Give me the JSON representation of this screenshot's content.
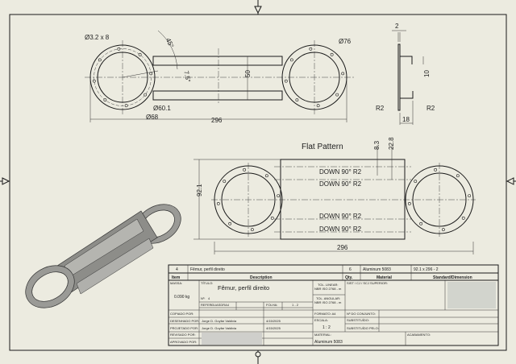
{
  "drawing": {
    "top_view": {
      "dims": {
        "holes": "Ø3.2 x 8",
        "angle1": "45°",
        "angle2": "7.5°",
        "outer_dia": "Ø76",
        "width": "50",
        "inner_dia": "Ø60.1",
        "pcd": "Ø68",
        "length": "296"
      }
    },
    "side_view": {
      "dims": {
        "thickness": "2",
        "height": "10",
        "radius_left": "R2",
        "radius_right": "R2",
        "span": "18"
      }
    },
    "flat_pattern": {
      "title": "Flat Pattern",
      "dims": {
        "d1": "8.3",
        "d2": "22.8",
        "height": "92.1",
        "length": "296"
      },
      "bend_notes": [
        "DOWN 90° R2",
        "DOWN 90° R2",
        "DOWN 90° R2",
        "DOWN 90° R2"
      ]
    },
    "colors": {
      "paper": "#ecebe0",
      "line": "#1a1a1a",
      "part": "#9a9a96"
    }
  },
  "bom": {
    "row": {
      "item": "4",
      "description": "Fêmur, perfil direito",
      "qty": "6",
      "material": "Aluminum 5083",
      "dimension": "92.1 x 296 - 2"
    },
    "headers": {
      "item": "Item",
      "description": "Description",
      "qty": "Qty.",
      "material": "Material",
      "dimension": "Standard/Dimension"
    }
  },
  "title_block": {
    "massa_label": "MASSA:",
    "massa_value": "0.090 kg",
    "titulo_label": "TÍTULO:",
    "titulo_value": "Fêmur, perfil direito",
    "numero_label": "Nº:",
    "numero_value": "4",
    "refer_label": "REFER:",
    "refer_value": "GUASDRA4",
    "folha_label": "FOLHA:",
    "folha_value": "1 - 2",
    "tol_linear": "TOL. LINEAR:",
    "tol_linear_std": "NBR ISO 2768 - m",
    "tol_angular": "TOL. ANGULAR:",
    "tol_angular_std": "NBR ISO 2768 - m",
    "sist_label": "SIST / CJ / SCJ SUPERIOR:",
    "copiado_label": "COPIADO POR:",
    "desenhado_label": "DESENHADO POR:",
    "desenhado_value": "Jorge D. Goyfar Valdivia",
    "desenhado_date": "4/15/2025",
    "projetado_label": "PROJETADO POR:",
    "projetado_value": "Jorge D. Goyfar Valdivia",
    "projetado_date": "4/15/2025",
    "revisado_label": "REVISADO POR:",
    "aprovado_label": "APROVADO POR:",
    "formato_label": "FORMATO: A4",
    "escala_label": "ESCALA:",
    "escala_value": "1 : 2",
    "conjunto_label": "Nº DO CONJUNTO:",
    "substituido_label": "SUBSTITUÍDO:",
    "substituido_pelo_label": "SUBSTITUÍDO PELO:",
    "material_label": "MATERIAL:",
    "material_value": "Aluminum 5083",
    "acabamento_label": "ACABAMENTO:"
  }
}
